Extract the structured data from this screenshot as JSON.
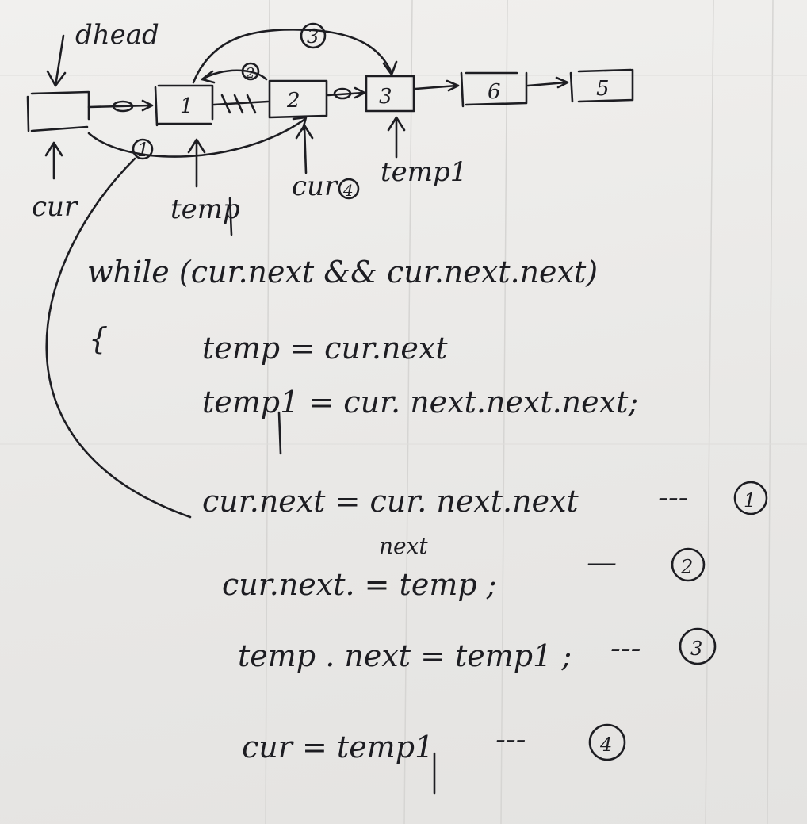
{
  "diagram": {
    "head_label": "dhead",
    "nodes": [
      "1",
      "2",
      "3",
      "6",
      "5"
    ],
    "pointers": {
      "cur": "cur",
      "temp": "temp",
      "cur_next": "cur",
      "temp1": "temp1"
    },
    "step_markers": [
      "1",
      "2",
      "3",
      "4"
    ]
  },
  "code": {
    "loop": "while (cur.next && cur.next.next)",
    "open_brace": "{",
    "line_temp": "temp = cur.next",
    "line_temp1": "temp1 = cur. next.next.next;",
    "line_1": "cur.next = cur. next.next",
    "line_1_dots": "---",
    "line_1_marker": "1",
    "line_2_insert": "next",
    "line_2": "cur.next. = temp ;",
    "line_2_dash": "—",
    "line_2_marker": "2",
    "line_3": "temp . next = temp1 ;",
    "line_3_dots": "---",
    "line_3_marker": "3",
    "line_4": "cur = temp1",
    "line_4_dots": "---",
    "line_4_marker": "4"
  }
}
